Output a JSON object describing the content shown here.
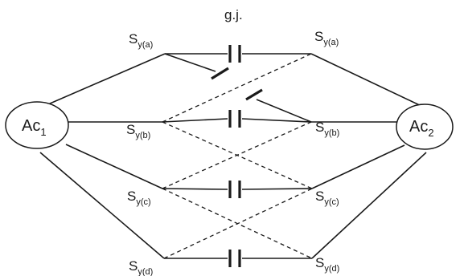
{
  "junction_label": "g.j.",
  "left_cell": {
    "main": "Ac",
    "sub": "1"
  },
  "right_cell": {
    "main": "Ac",
    "sub": "2"
  },
  "left_synapses": [
    {
      "main": "S",
      "sub": "y(a)"
    },
    {
      "main": "S",
      "sub": "y(b)"
    },
    {
      "main": "S",
      "sub": "y(c)"
    },
    {
      "main": "S",
      "sub": "y(d)"
    }
  ],
  "right_synapses": [
    {
      "main": "S",
      "sub": "y(a)"
    },
    {
      "main": "S",
      "sub": "y(b)"
    },
    {
      "main": "S",
      "sub": "y(c)"
    },
    {
      "main": "S",
      "sub": "y(d)"
    }
  ]
}
